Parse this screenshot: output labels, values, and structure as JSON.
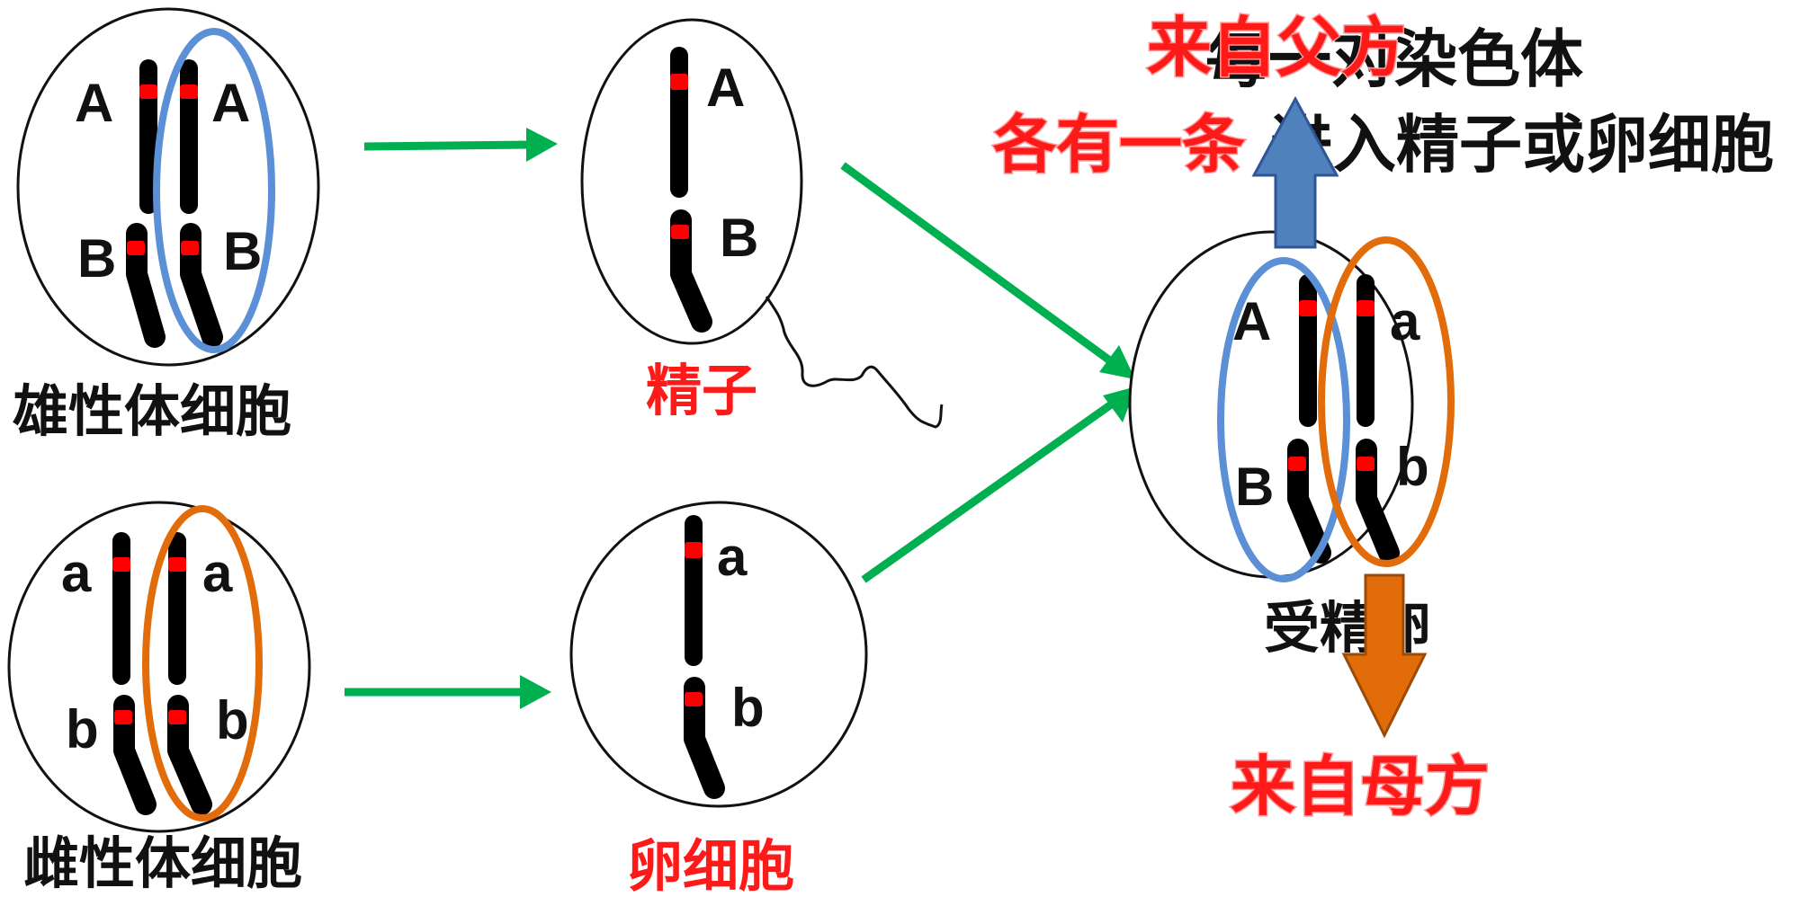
{
  "labels": {
    "male_cell": "雄性体细胞",
    "female_cell": "雌性体细胞",
    "sperm": "精子",
    "egg": "卵细胞",
    "zygote": "受精卵",
    "from_father": "来自父方",
    "from_mother": "来自母方",
    "each_pair": "每一对染色体",
    "each_one": "各有一条",
    "enter_cells": "进入精子或卵细胞"
  },
  "genes": {
    "male": [
      "A",
      "A",
      "B",
      "B"
    ],
    "female": [
      "a",
      "a",
      "b",
      "b"
    ],
    "sperm": [
      "A",
      "B"
    ],
    "egg": [
      "a",
      "b"
    ],
    "zygote": [
      "A",
      "a",
      "B",
      "b"
    ]
  },
  "colors": {
    "text_red": "#ff1a1a",
    "chromosome": "#000000",
    "centromere": "#ff0000",
    "arrow_green": "#00b050",
    "paternal_blue": "#5b8fd6",
    "maternal_orange": "#e36c0a"
  }
}
